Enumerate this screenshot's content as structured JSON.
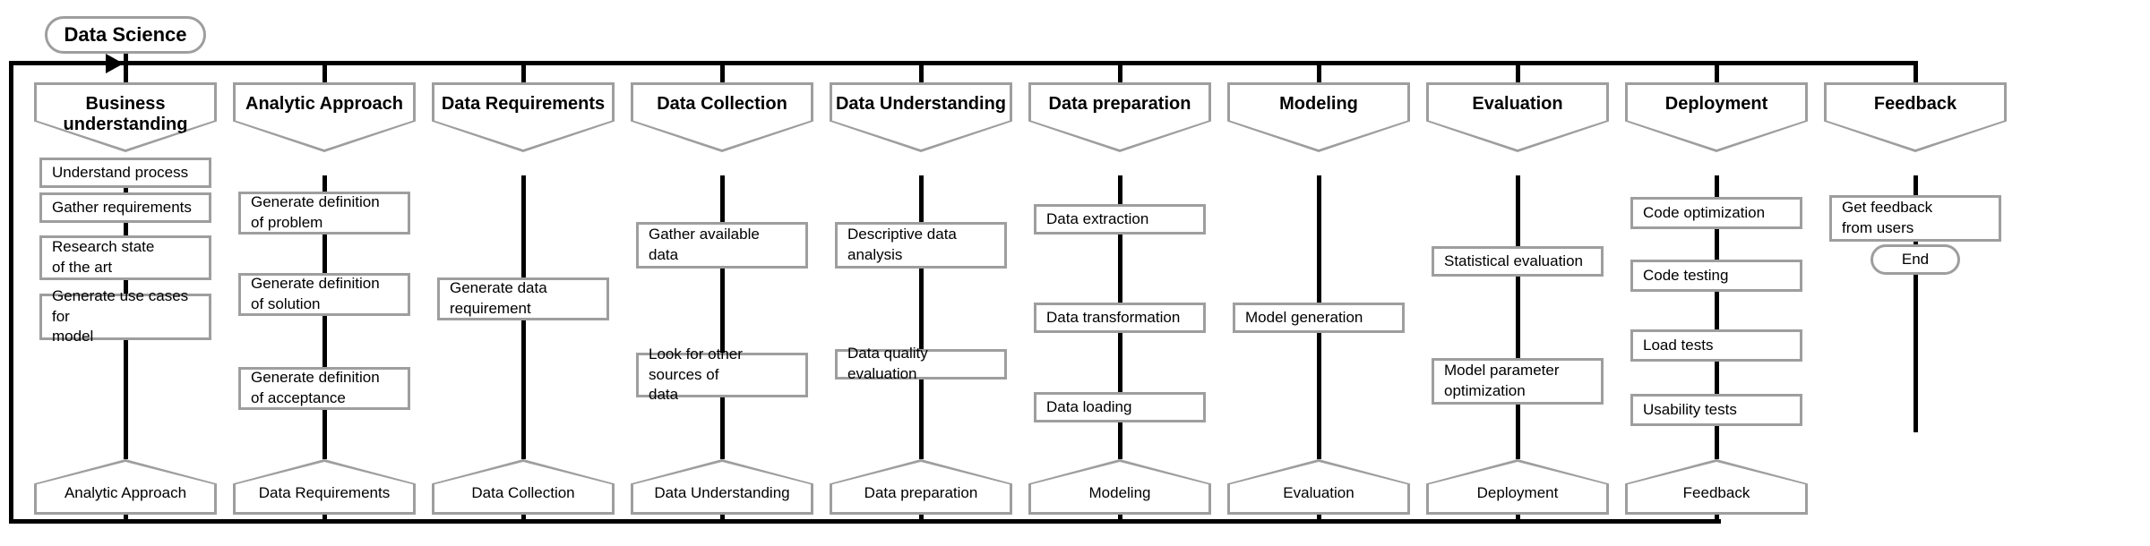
{
  "diagram": {
    "title": "Data Science",
    "start_label": "Data Science",
    "end_label": "End",
    "border_color": "#9e9e9e",
    "line_color": "#000000",
    "background": "#ffffff"
  },
  "columns": [
    {
      "id": "business-understanding",
      "header": "Business\nunderstanding",
      "tasks": [
        "Understand process",
        "Gather requirements",
        "Research state\nof the art",
        "Generate use cases for\nmodel"
      ],
      "output": "Analytic Approach"
    },
    {
      "id": "analytic-approach",
      "header": "Analytic Approach",
      "tasks": [
        "Generate definition\nof problem",
        "Generate definition\nof solution",
        "Generate definition\nof acceptance"
      ],
      "output": "Data Requirements"
    },
    {
      "id": "data-requirements",
      "header": "Data Requirements",
      "tasks": [
        "Generate data\nrequirement"
      ],
      "output": "Data Collection"
    },
    {
      "id": "data-collection",
      "header": "Data Collection",
      "tasks": [
        "Gather available\ndata",
        "Look for other sources of\ndata"
      ],
      "output": "Data Understanding"
    },
    {
      "id": "data-understanding",
      "header": "Data Understanding",
      "tasks": [
        "Descriptive data\nanalysis",
        "Data quality evaluation"
      ],
      "output": "Data preparation"
    },
    {
      "id": "data-preparation",
      "header": "Data preparation",
      "tasks": [
        "Data extraction",
        "Data transformation",
        "Data loading"
      ],
      "output": "Modeling"
    },
    {
      "id": "modeling",
      "header": "Modeling",
      "tasks": [
        "Model generation"
      ],
      "output": "Evaluation"
    },
    {
      "id": "evaluation",
      "header": "Evaluation",
      "tasks": [
        "Statistical evaluation",
        "Model parameter\noptimization"
      ],
      "output": "Deployment"
    },
    {
      "id": "deployment",
      "header": "Deployment",
      "tasks": [
        "Code optimization",
        "Code testing",
        "Load tests",
        "Usability tests"
      ],
      "output": "Feedback"
    },
    {
      "id": "feedback",
      "header": "Feedback",
      "tasks": [
        "Get feedback\nfrom users"
      ],
      "output": null
    }
  ]
}
